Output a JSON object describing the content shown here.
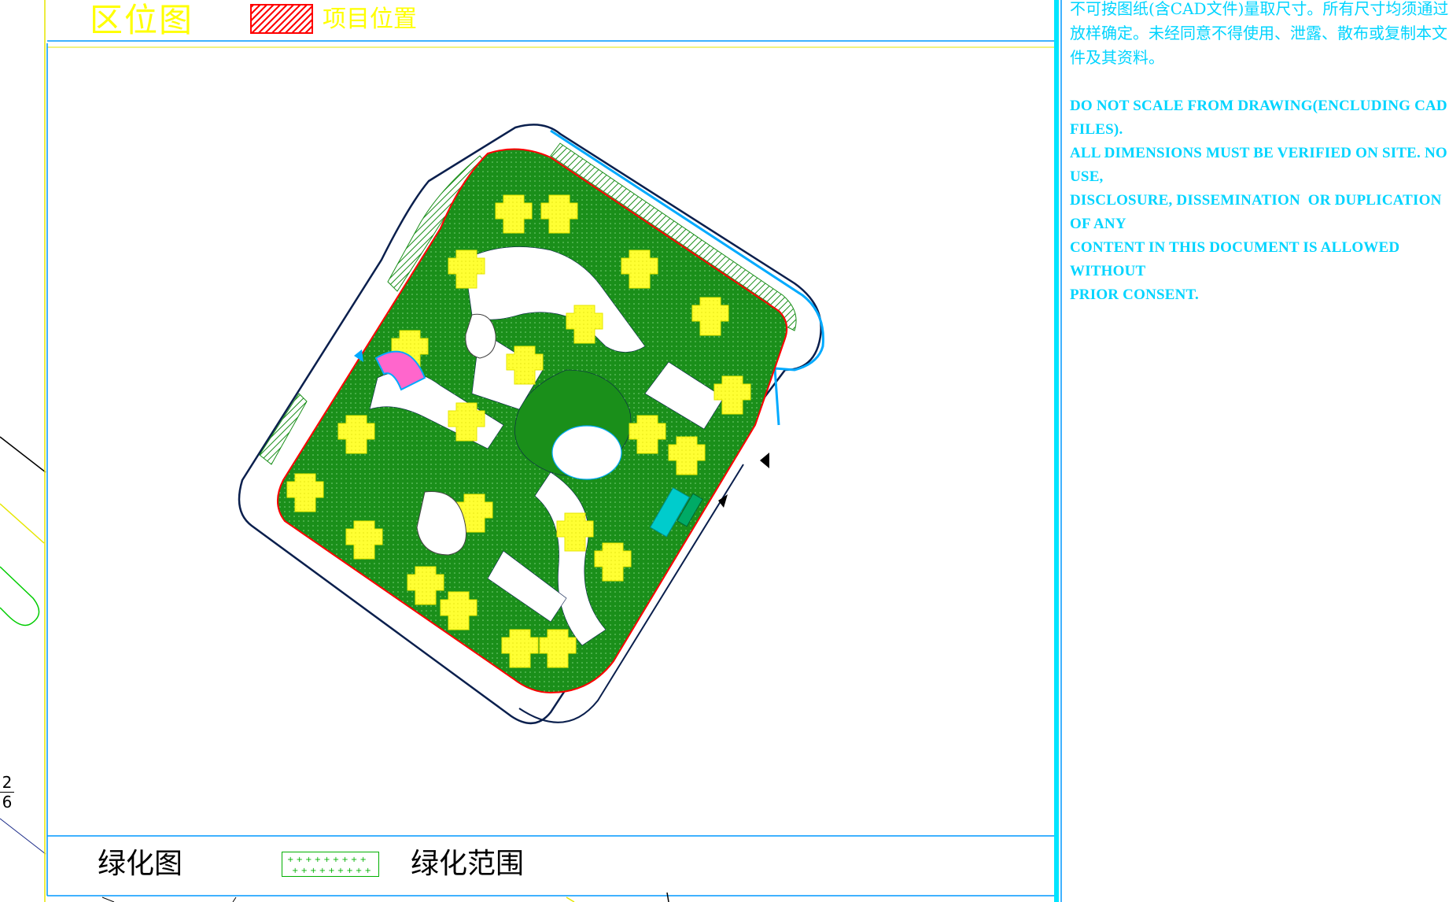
{
  "header": {
    "title": "区位图",
    "legend_project_label": "项目位置"
  },
  "notes": {
    "cn": "不可按图纸(含CAD文件)量取尺寸。所有尺寸均须通过放样确定。未经同意不得使用、泄露、散布或复制本文件及其资料。",
    "en": "DO NOT SCALE FROM DRAWING(ENCLUDING CAD FILES).\nALL DIMENSIONS MUST BE VERIFIED ON SITE. NO USE,\nDISCLOSURE, DISSEMINATION  OR DUPLICATION OF ANY\nCONTENT IN THIS DOCUMENT IS ALLOWED WITHOUT\nPRIOR CONSENT."
  },
  "footer": {
    "green_title": "绿化图",
    "green_range_label": "绿化范围"
  },
  "page_fraction": {
    "numerator": "2",
    "denominator": "6"
  },
  "colors": {
    "frame_blue": "#0099ff",
    "frame_cyan": "#00e5ff",
    "title_yellow": "#ffff00",
    "project_red": "#ff0000",
    "green_area": "#1a8f1a",
    "building_yellow": "#ffff33",
    "boundary_navy": "#0a1f4d"
  },
  "icons": {
    "legend_project": "hatched-red-swatch-icon",
    "legend_green": "green-dotted-swatch-icon"
  }
}
